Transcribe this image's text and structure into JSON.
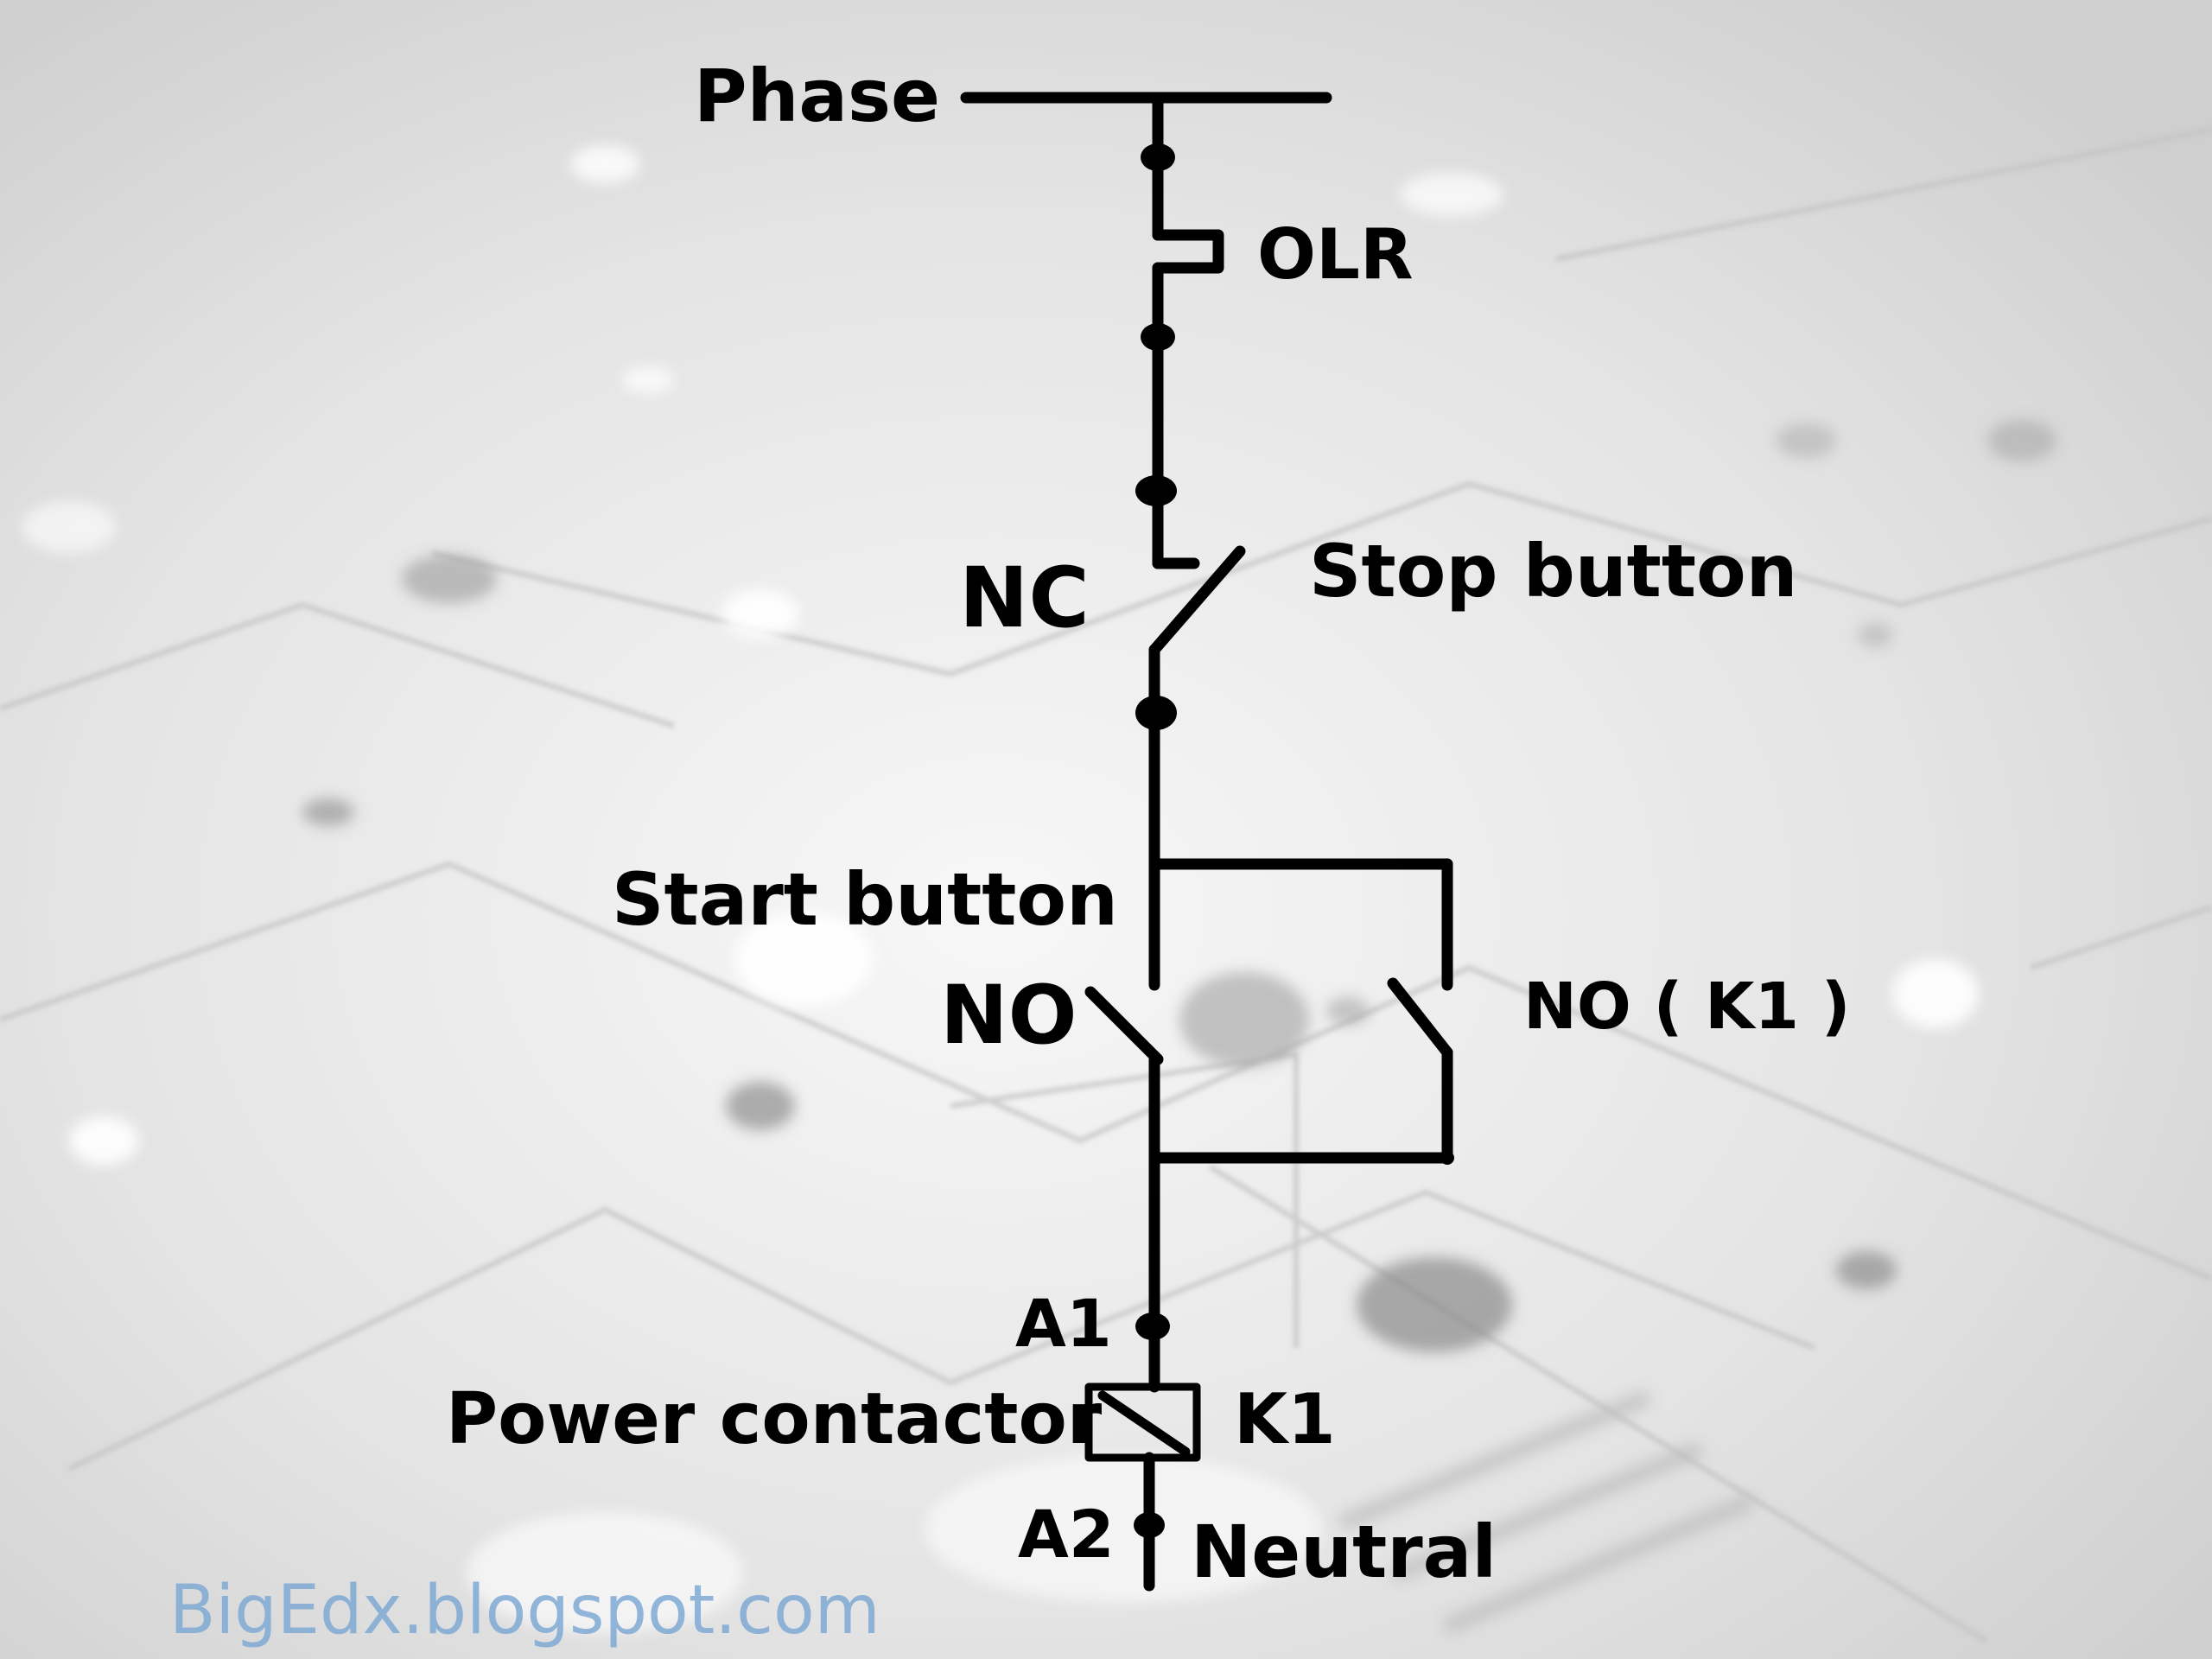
{
  "labels": {
    "phase": "Phase",
    "olr": "OLR",
    "nc": "NC",
    "stop_button": "Stop button",
    "start_button": "Start button",
    "no_start": "NO",
    "no_k1": "NO ( K1 )",
    "a1": "A1",
    "power_contactor": "Power contactor",
    "k1": "K1",
    "a2": "A2",
    "neutral": "Neutral"
  },
  "watermark": "BigEdx.blogspot.com",
  "colors": {
    "wire": "#000000",
    "background": "#ececec",
    "watermark": "#7fa8d4"
  }
}
